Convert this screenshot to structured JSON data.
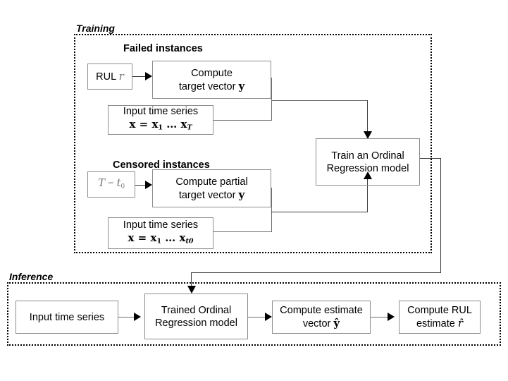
{
  "figure": {
    "groups": [
      {
        "key": "training",
        "label": "Training"
      },
      {
        "key": "inference",
        "label": "Inference"
      }
    ],
    "section_titles": {
      "failed": "Failed instances",
      "censored": "Censored instances"
    },
    "nodes": {
      "rul_r": {
        "text_prefix": "RUL",
        "math": "r"
      },
      "compute_target": {
        "line1": "Compute",
        "line2": "target vector",
        "math": "y"
      },
      "input_series_failed": {
        "line1": "Input time series",
        "math_lhs": "x",
        "eq": "=",
        "math_rhs": "x",
        "sub1": "1",
        "dots": "…",
        "math_last": "x",
        "sub_last": "T"
      },
      "t_minus_t0": {
        "math_t": "T",
        "minus": "−",
        "math_t0": "t",
        "sub0": "0"
      },
      "compute_partial_target": {
        "line1": "Compute partial",
        "line2": "target vector",
        "math": "y"
      },
      "input_series_censored": {
        "line1": "Input time series",
        "math_lhs": "x",
        "eq": "=",
        "math_rhs": "x",
        "sub1": "1",
        "dots": "…",
        "math_last": "x",
        "sub_last": "t0"
      },
      "train_model": {
        "line1": "Train an Ordinal",
        "line2": "Regression model"
      },
      "inference_input": {
        "line1": "Input time series"
      },
      "trained_model": {
        "line1": "Trained Ordinal",
        "line2": "Regression model"
      },
      "compute_estimate": {
        "line1": "Compute estimate",
        "line2": "vector",
        "math": "ŷ"
      },
      "compute_rul": {
        "line1": "Compute RUL",
        "line2": "estimate",
        "math": "r̂"
      }
    },
    "colors": {
      "background": "#ffffff",
      "box_border": "#8c8c8c",
      "group_border": "#000000",
      "connector": "#6e6e6e",
      "text": "#000000"
    }
  }
}
